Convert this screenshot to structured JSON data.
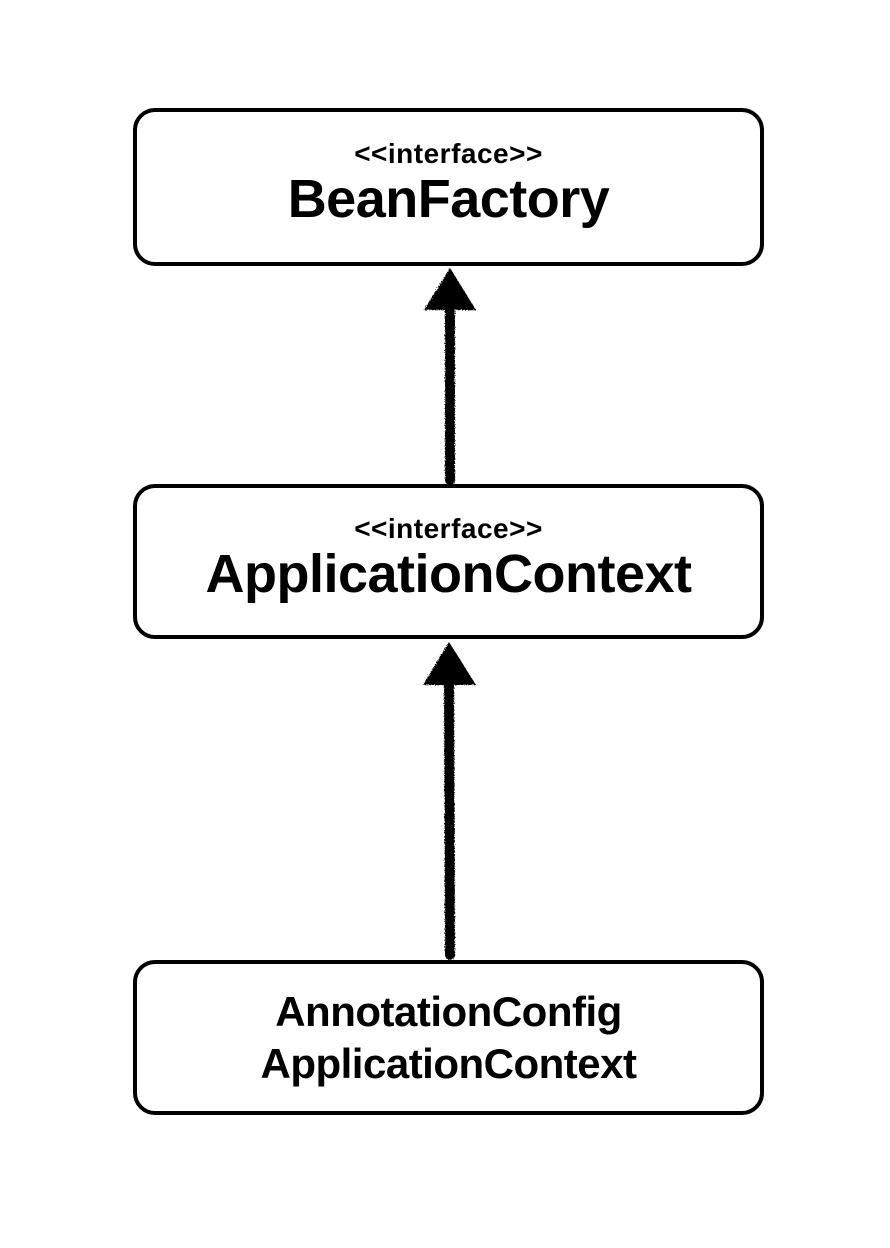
{
  "diagram": {
    "nodes": [
      {
        "id": "bean_factory",
        "stereotype": "<<interface>>",
        "name": "BeanFactory"
      },
      {
        "id": "application_context",
        "stereotype": "<<interface>>",
        "name": "ApplicationContext"
      },
      {
        "id": "annotation_config_application_context",
        "name_line1": "AnnotationConfig",
        "name_line2": "ApplicationContext"
      }
    ],
    "edges": [
      {
        "from": "application_context",
        "to": "bean_factory",
        "type": "inheritance"
      },
      {
        "from": "annotation_config_application_context",
        "to": "application_context",
        "type": "inheritance"
      }
    ],
    "colors": {
      "stroke": "#000000",
      "fill": "#ffffff"
    }
  }
}
